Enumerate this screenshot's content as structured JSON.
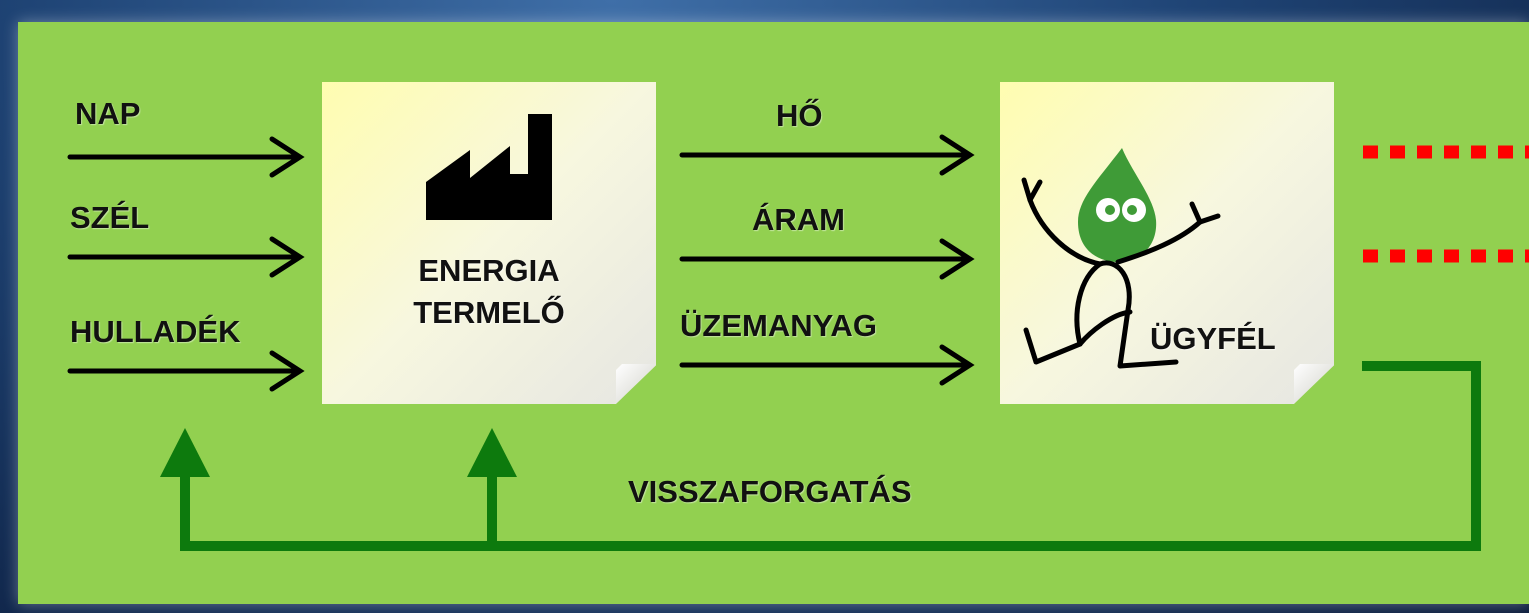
{
  "inputs": {
    "nap": "NAP",
    "szel": "SZÉL",
    "hulladek": "HULLADÉK"
  },
  "producer": {
    "line1": "ENERGIA",
    "line2": "TERMELŐ"
  },
  "outputs": {
    "ho": "HŐ",
    "aram": "ÁRAM",
    "uzemanyag": "ÜZEMANYAG"
  },
  "customer": {
    "label": "ÜGYFÉL"
  },
  "recycle": {
    "label": "VISSZAFORGATÁS"
  },
  "colors": {
    "panel": "#92d050",
    "recycle_arrow": "#0d7a0d",
    "dotted_lines": "#ff0000",
    "arrows": "#000000"
  }
}
